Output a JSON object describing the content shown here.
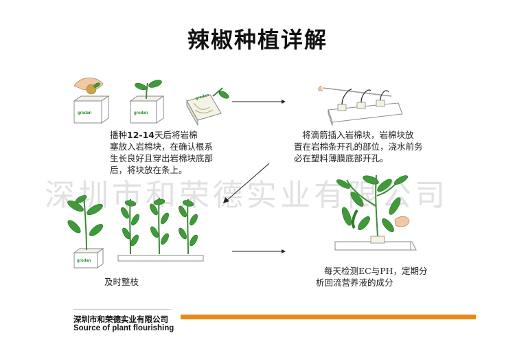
{
  "title": "辣椒种植详解",
  "brand_label": "grodan",
  "captions": {
    "step1_prefix": "播种",
    "step1_days": "12-14",
    "step1_suffix": "天后将岩棉",
    "step1_line2": "塞放入岩棉块，在确认根系",
    "step1_line3": "生长良好且穿出岩棉块底部",
    "step1_line4": "后，将块放在条上。",
    "step2_line1": "将滴箭插入岩棉块，岩棉块放",
    "step2_line2": "置在岩棉条开孔的部位，浇水前务",
    "step2_line3": "必在塑料薄膜底部开孔。",
    "step3": "及时整枝",
    "step4_line1": "每天检测EC与PH，定期分",
    "step4_line2": "析回流营养液的成分"
  },
  "watermark": "深圳市和荣德实业有限公司",
  "footer": {
    "company": "深圳市和荣德实业有限公司",
    "slogan": "Source of plant flourishing",
    "bar_color": "#e88a1a"
  },
  "icons": [
    "hand-icon",
    "seedling-icon",
    "rockwool-block-icon",
    "drip-line-icon",
    "pepper-plant-icon"
  ]
}
